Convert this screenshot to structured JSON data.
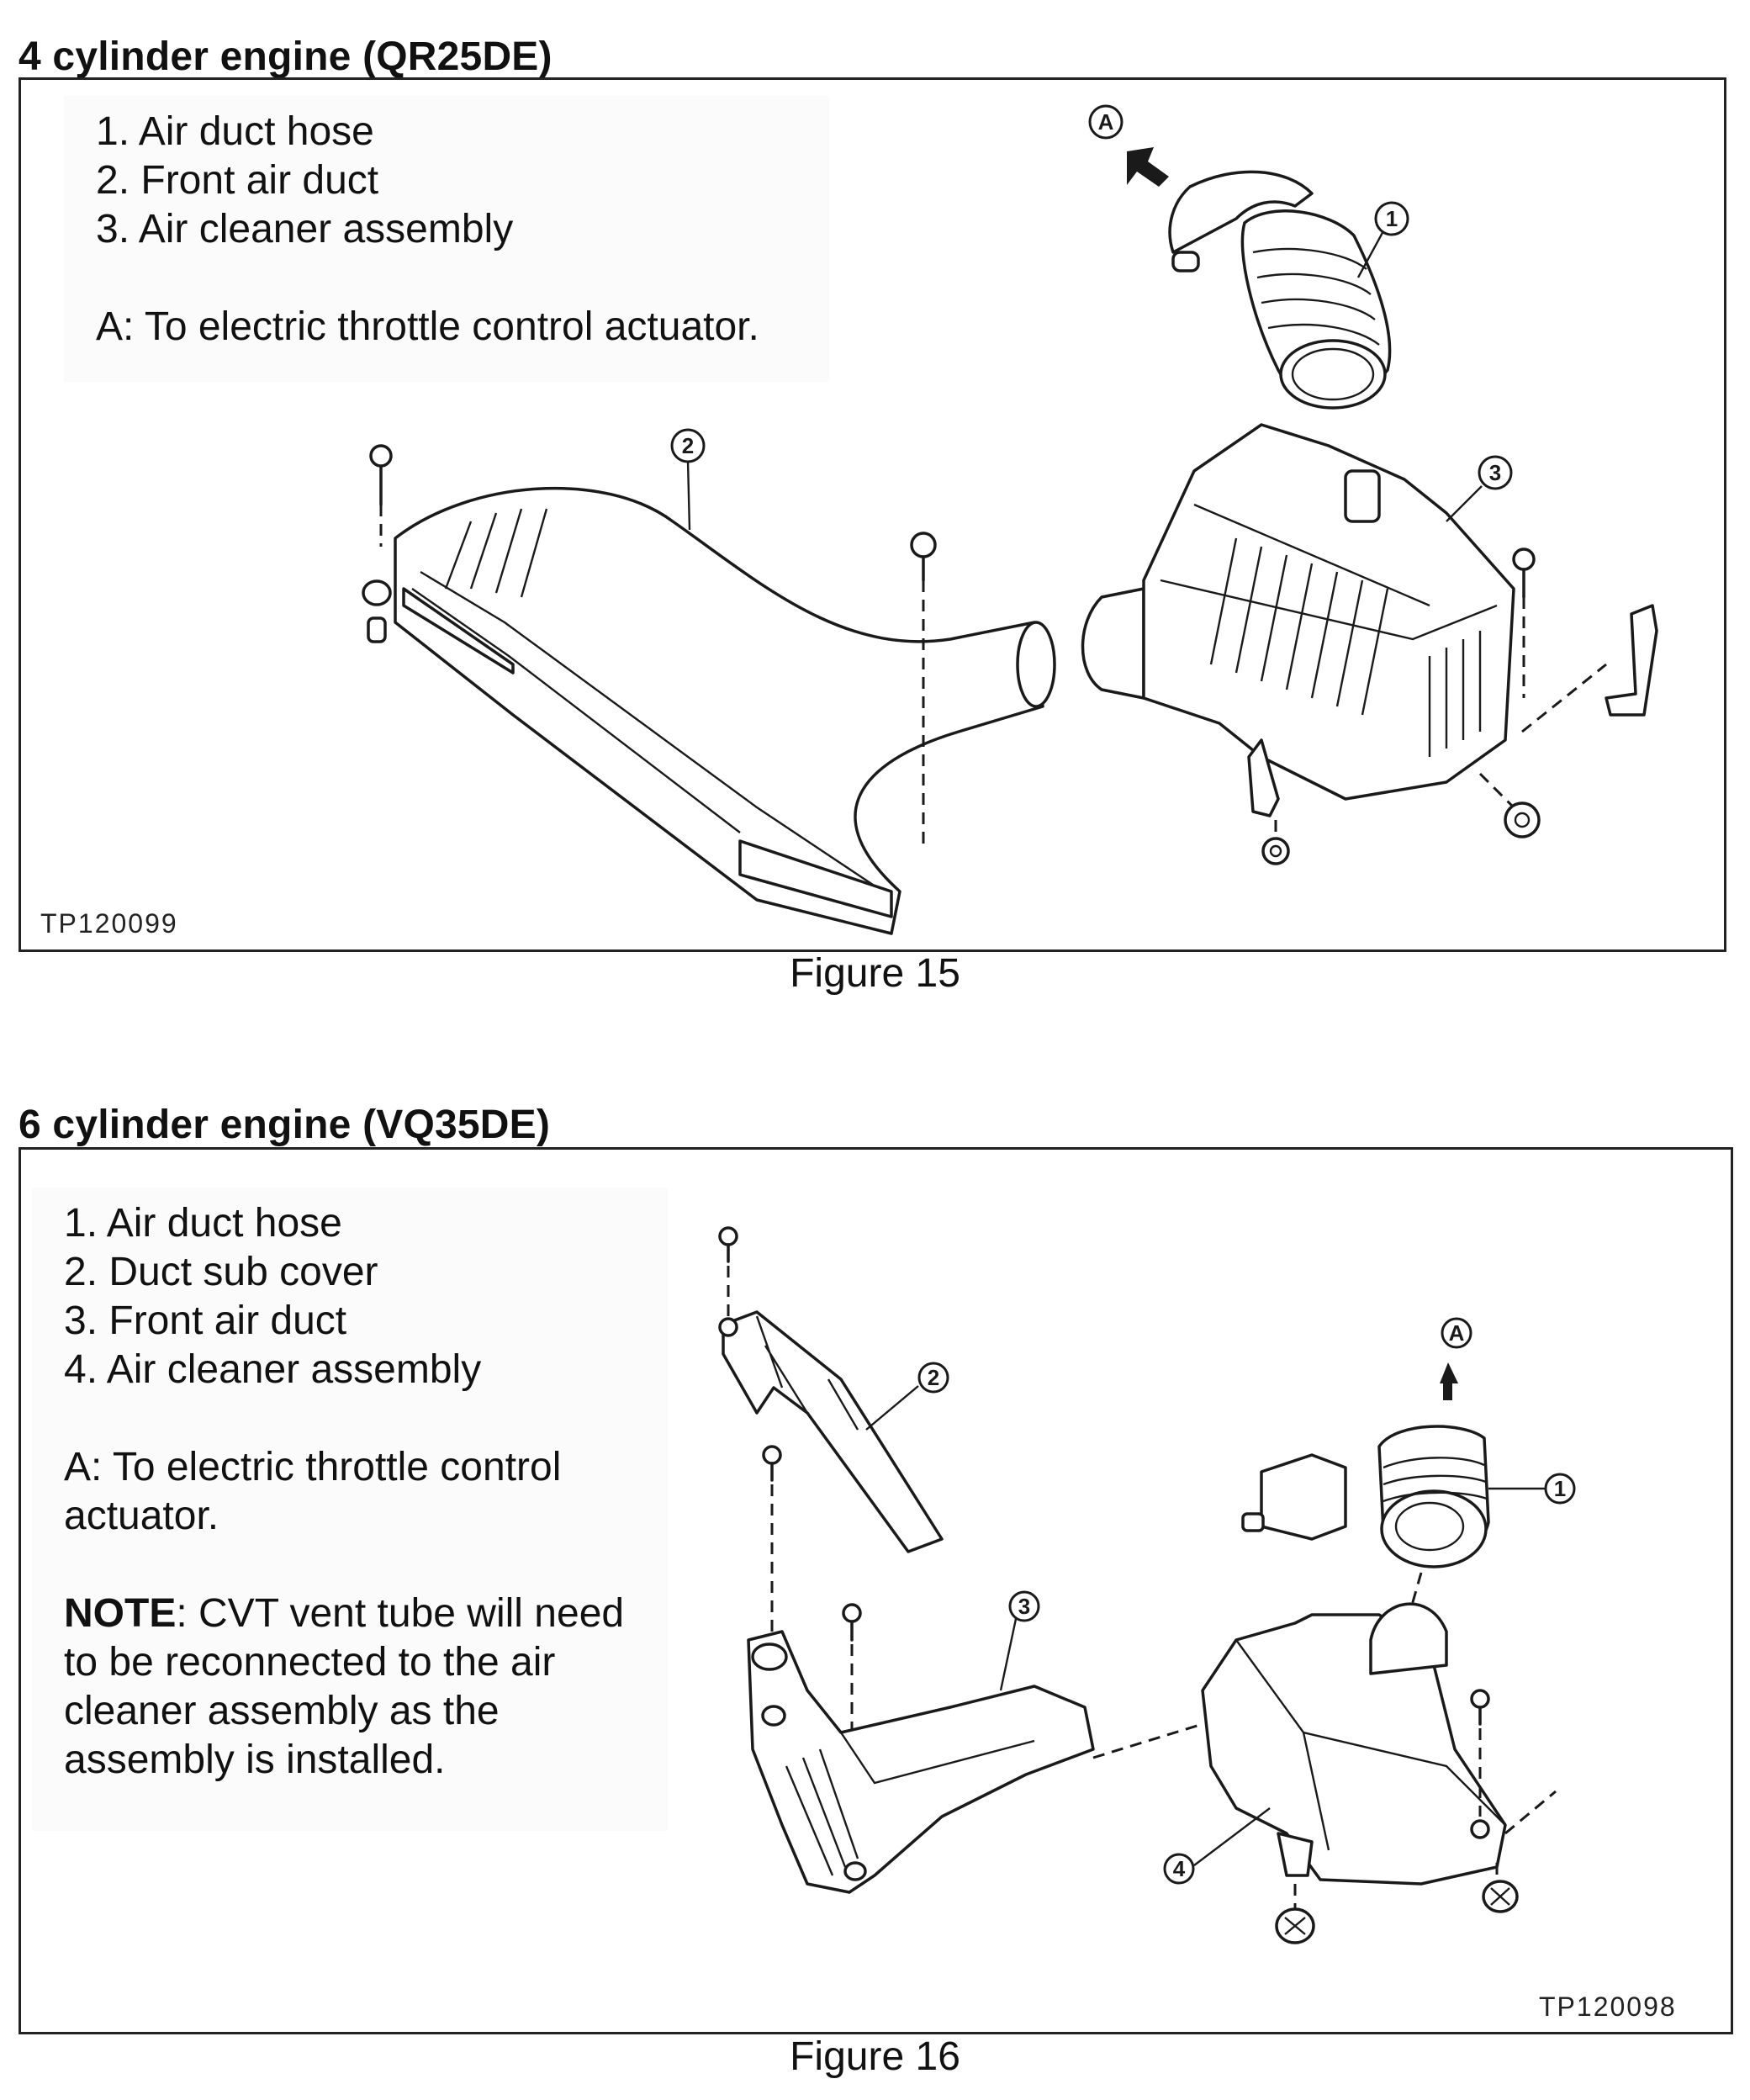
{
  "figure15": {
    "heading": "4 cylinder engine (QR25DE)",
    "legend": [
      "1. Air duct hose",
      "2. Front air duct",
      "3. Air cleaner assembly"
    ],
    "note_a": "A: To electric throttle control actuator.",
    "code": "TP120099",
    "caption": "Figure 15",
    "callouts": [
      "1",
      "2",
      "3",
      "A"
    ]
  },
  "figure16": {
    "heading": "6 cylinder engine (VQ35DE)",
    "legend": [
      "1. Air duct hose",
      "2. Duct sub cover",
      "3. Front air duct",
      "4. Air cleaner assembly"
    ],
    "note_a": "A: To electric throttle control actuator.",
    "note_label": "NOTE",
    "note_text": ": CVT vent tube will need to be reconnected to the air cleaner assembly as the assembly is installed.",
    "code": "TP120098",
    "caption": "Figure 16",
    "callouts": [
      "1",
      "2",
      "3",
      "4",
      "A"
    ]
  }
}
